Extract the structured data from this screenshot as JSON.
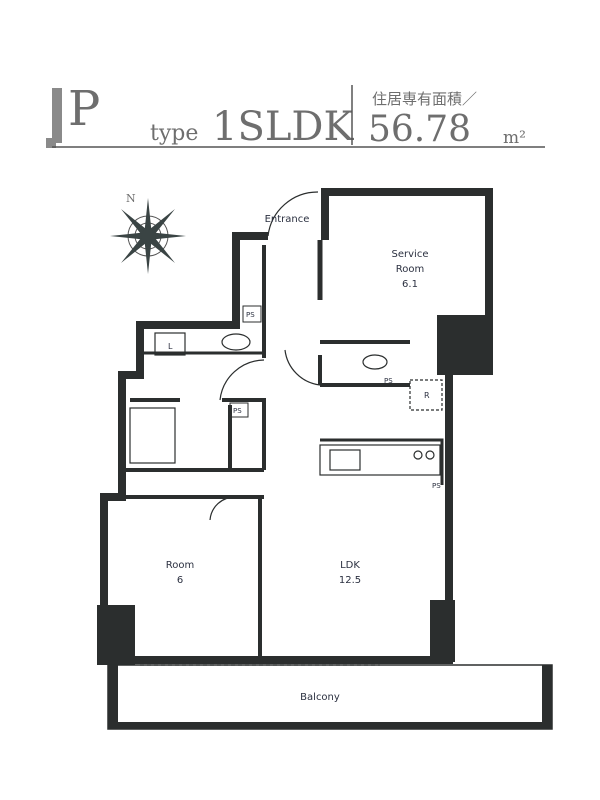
{
  "header": {
    "type_letter": "P",
    "type_word": "type",
    "layout": "1SLDK",
    "area_label": "住居専有面積／",
    "area_value": "56.78",
    "area_unit": "m²"
  },
  "compass": {
    "north_label": "N"
  },
  "rooms": {
    "entrance": "Entrance",
    "service_room_line1": "Service",
    "service_room_line2": "Room",
    "service_room_size": "6.1",
    "room": "Room",
    "room_size": "6",
    "ldk": "LDK",
    "ldk_size": "12.5",
    "balcony": "Balcony"
  },
  "fixtures": {
    "ps": "PS",
    "laundry": "L",
    "refrigerator": "R"
  },
  "colors": {
    "wall": "#2b2e2e",
    "title": "#6e6e6e",
    "text": "#2b3040"
  }
}
